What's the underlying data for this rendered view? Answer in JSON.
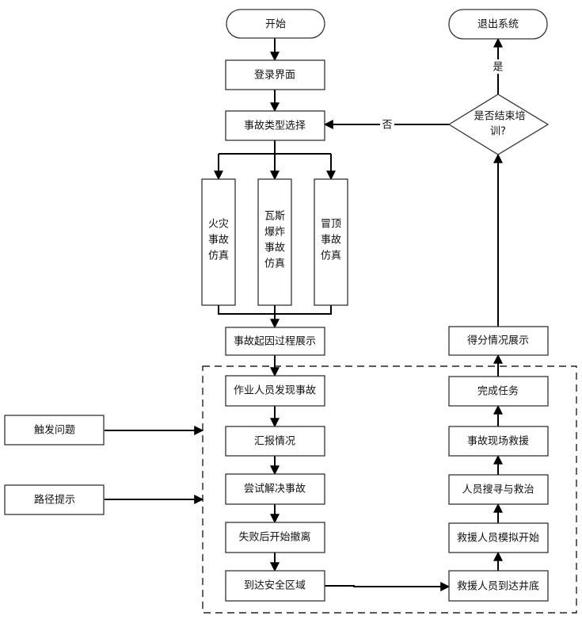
{
  "diagram": {
    "type": "flowchart",
    "nodes": {
      "start": "开始",
      "login": "登录界面",
      "accident_type": "事故类型选择",
      "fire_sim": [
        "火灾",
        "事故",
        "仿真"
      ],
      "gas_sim": [
        "瓦斯",
        "爆炸",
        "事故",
        "仿真"
      ],
      "roof_sim": [
        "冒顶",
        "事故",
        "仿真"
      ],
      "cause_display": "事故起因过程展示",
      "worker_discover": "作业人员发现事故",
      "report": "汇报情况",
      "try_solve": "尝试解决事故",
      "evacuate": "失败后开始撤离",
      "safe_zone": "到达安全区域",
      "rescuers_arrive": "救援人员到达井底",
      "rescue_sim_start": "救援人员模拟开始",
      "search_treat": "人员搜寻与救治",
      "onsite_rescue": "事故现场救援",
      "task_complete": "完成任务",
      "score_display": "得分情况展示",
      "end_training": [
        "是否结束培",
        "训?"
      ],
      "exit": "退出系统",
      "trigger_question": "触发问题",
      "path_hint": "路径提示"
    },
    "edge_labels": {
      "yes": "是",
      "no": "否"
    }
  }
}
